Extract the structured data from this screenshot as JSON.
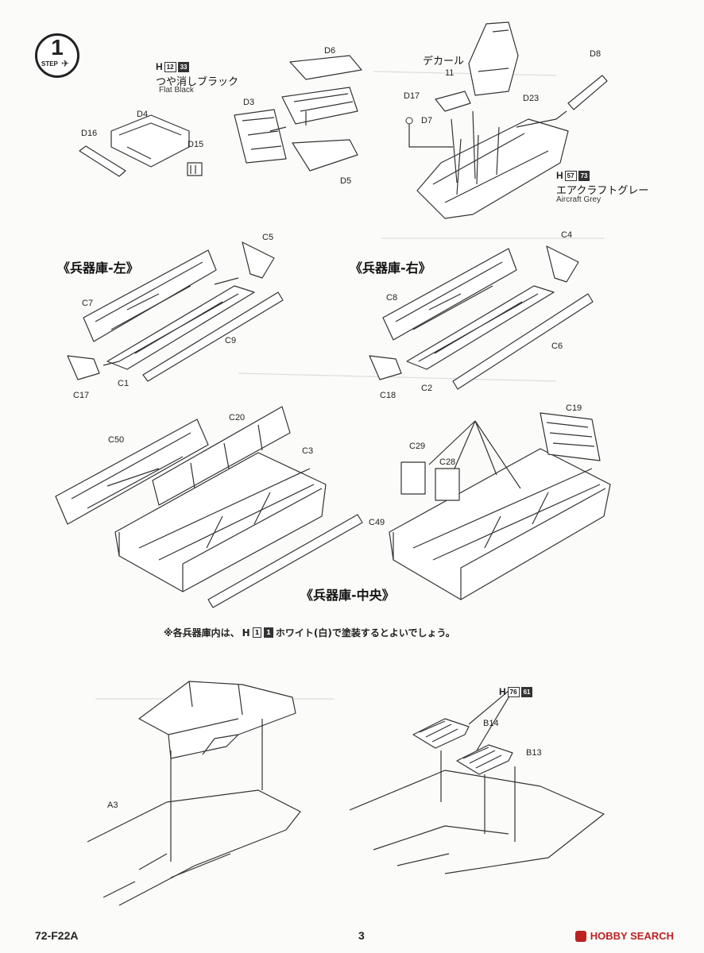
{
  "step": {
    "number": "1",
    "label": "STEP"
  },
  "paints": {
    "flat_black": {
      "letter": "H",
      "code1": "12",
      "code2": "33",
      "ja": "つや消しブラック",
      "en": "Flat Black"
    },
    "aircraft_grey": {
      "letter": "H",
      "code1": "57",
      "code2": "73",
      "ja": "エアクラフトグレー",
      "en": "Aircraft Grey"
    },
    "white": {
      "letter": "H",
      "code1": "1",
      "code2": "1"
    },
    "b_parts": {
      "letter": "H",
      "code1": "76",
      "code2": "61"
    }
  },
  "decal_label": "デカール",
  "bay_titles": {
    "left": "《兵器庫-左》",
    "right": "《兵器庫-右》",
    "center": "《兵器庫-中央》"
  },
  "note": {
    "prefix": "※各兵器庫内は、",
    "suffix": "ホワイト(白)で塗装するとよいでしょう。"
  },
  "part_labels": {
    "D4": "D4",
    "D16": "D16",
    "D15": "D15",
    "D6": "D6",
    "D3": "D3",
    "D5": "D5",
    "D8": "D8",
    "D17": "D17",
    "n11": "11",
    "D7": "D7",
    "D23": "D23",
    "C5": "C5",
    "C7": "C7",
    "C9": "C9",
    "C17": "C17",
    "C1": "C1",
    "C4": "C4",
    "C8": "C8",
    "C6": "C6",
    "C18": "C18",
    "C2": "C2",
    "C20": "C20",
    "C50": "C50",
    "C3": "C3",
    "C49": "C49",
    "C19": "C19",
    "C29": "C29",
    "C28": "C28",
    "A3": "A3",
    "B14": "B14",
    "B13": "B13"
  },
  "footer": {
    "model": "72-F22A",
    "page": "3"
  },
  "watermark": {
    "brand": "HOBBY SEARCH"
  }
}
